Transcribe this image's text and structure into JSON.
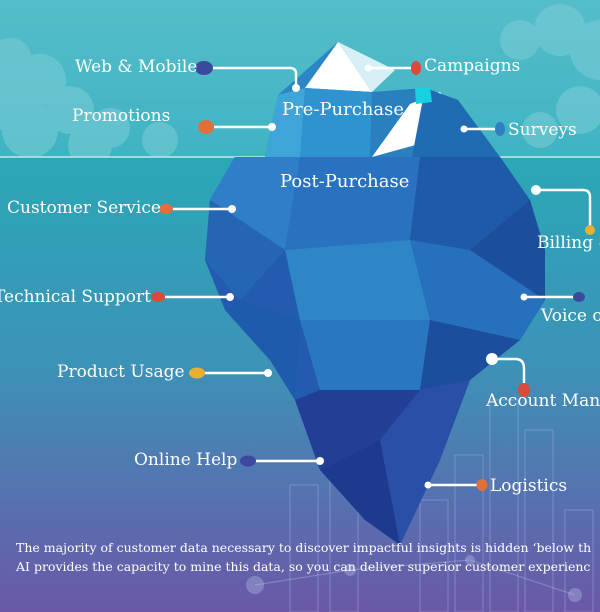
{
  "sections": {
    "pre": "Pre-Purchase",
    "post": "Post-Purchase"
  },
  "labels": {
    "web_mobile": "Web & Mobile",
    "promotions": "Promotions",
    "campaigns": "Campaigns",
    "surveys": "Surveys",
    "customer_service": "Customer Service",
    "technical_support": "Technical Support",
    "product_usage": "Product Usage",
    "online_help": "Online Help",
    "billing": "Billing &",
    "voice": "Voice o",
    "account": "Account Mana",
    "logistics": "Logistics"
  },
  "footer": {
    "line1": "The majority of customer data necessary to discover impactful insights is hidden ‘below th",
    "line2": "AI provides the capacity to mine this data, so you can deliver superior customer experienc"
  },
  "colors": {
    "sky": "#4db8c8",
    "water_top": "#2aa7b6",
    "water_bottom": "#6a5aa8",
    "iceberg_dark": "#1f4fa3",
    "iceberg_light": "#2f8fd0",
    "dot_navy": "#3b4a9e",
    "dot_orange": "#e0703a",
    "dot_red": "#d84a3a",
    "dot_blue": "#2f7fc4",
    "dot_yellow": "#e8b030"
  }
}
